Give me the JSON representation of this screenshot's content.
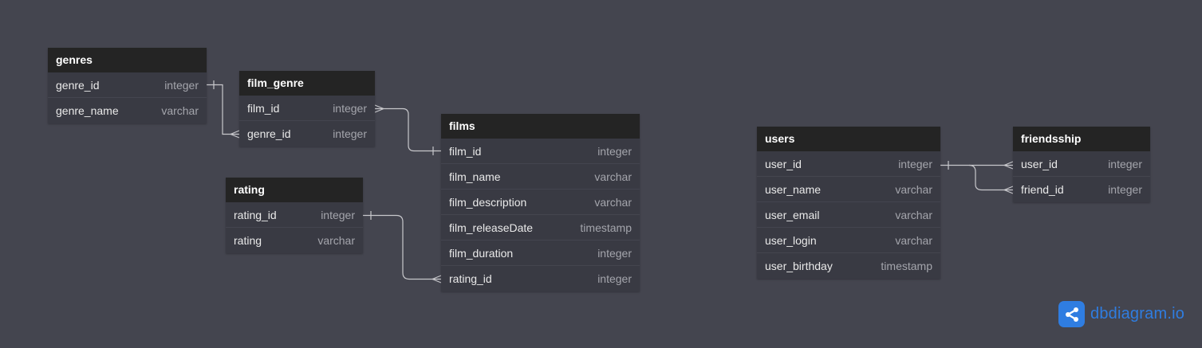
{
  "tables": [
    {
      "id": "genres",
      "name": "genres",
      "columns": [
        {
          "name": "genre_id",
          "type": "integer"
        },
        {
          "name": "genre_name",
          "type": "varchar"
        }
      ]
    },
    {
      "id": "film_genre",
      "name": "film_genre",
      "columns": [
        {
          "name": "film_id",
          "type": "integer"
        },
        {
          "name": "genre_id",
          "type": "integer"
        }
      ]
    },
    {
      "id": "rating",
      "name": "rating",
      "columns": [
        {
          "name": "rating_id",
          "type": "integer"
        },
        {
          "name": "rating",
          "type": "varchar"
        }
      ]
    },
    {
      "id": "films",
      "name": "films",
      "columns": [
        {
          "name": "film_id",
          "type": "integer"
        },
        {
          "name": "film_name",
          "type": "varchar"
        },
        {
          "name": "film_description",
          "type": "varchar"
        },
        {
          "name": "film_releaseDate",
          "type": "timestamp"
        },
        {
          "name": "film_duration",
          "type": "integer"
        },
        {
          "name": "rating_id",
          "type": "integer"
        }
      ]
    },
    {
      "id": "users",
      "name": "users",
      "columns": [
        {
          "name": "user_id",
          "type": "integer"
        },
        {
          "name": "user_name",
          "type": "varchar"
        },
        {
          "name": "user_email",
          "type": "varchar"
        },
        {
          "name": "user_login",
          "type": "varchar"
        },
        {
          "name": "user_birthday",
          "type": "timestamp"
        }
      ]
    },
    {
      "id": "friendsship",
      "name": "friendsship",
      "columns": [
        {
          "name": "user_id",
          "type": "integer"
        },
        {
          "name": "friend_id",
          "type": "integer"
        }
      ]
    }
  ],
  "relationships": [
    {
      "from": "genres.genre_id",
      "to": "film_genre.genre_id",
      "from_card": "one",
      "to_card": "many"
    },
    {
      "from": "film_genre.film_id",
      "to": "films.film_id",
      "from_card": "many",
      "to_card": "one"
    },
    {
      "from": "rating.rating_id",
      "to": "films.rating_id",
      "from_card": "one",
      "to_card": "many"
    },
    {
      "from": "users.user_id",
      "to": "friendsship.user_id",
      "from_card": "one",
      "to_card": "many"
    },
    {
      "from": "users.user_id",
      "to": "friendsship.friend_id",
      "from_card": "one",
      "to_card": "many"
    }
  ],
  "brand": {
    "icon": "share-nodes-icon",
    "name": "dbdiagram",
    "suffix": ".io",
    "color": "#2f7de1"
  },
  "colors": {
    "background": "#44454f",
    "table_body": "#393a43",
    "table_header": "#242424",
    "connector": "#c8c8cc"
  }
}
